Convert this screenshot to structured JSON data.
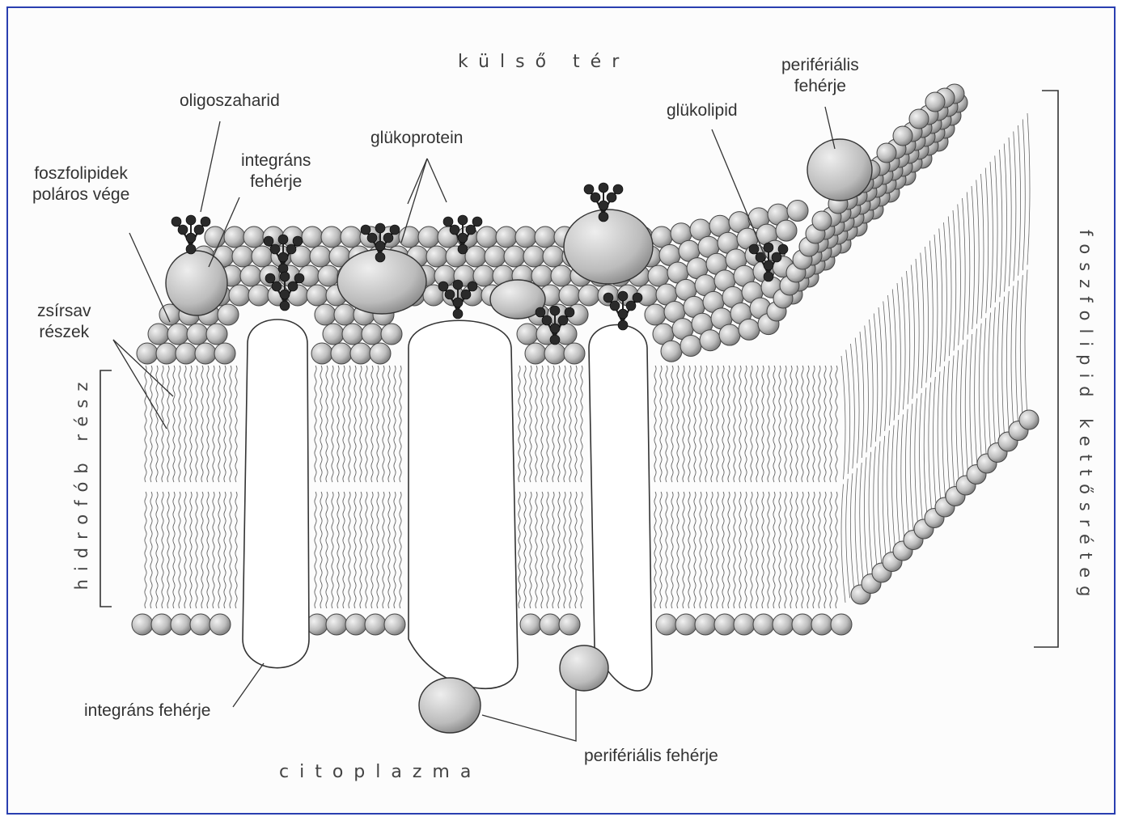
{
  "labels": {
    "kulso_ter": "külső tér",
    "citoplazma": "citoplazma",
    "oligoszaharid": "oligoszaharid",
    "foszfolipidek": "foszfolipidek\npoláros vége",
    "integrans_top": "integráns\nfehérje",
    "glukoprotein": "glükoprotein",
    "glukolipid": "glükolipid",
    "periferialis_top": "perifériális\nfehérje",
    "zsirsav": "zsírsav\nrészek",
    "hidrofob": "hidrofób rész",
    "kettosreteg": "foszfolipid kettősréteg",
    "integrans_bottom": "integráns fehérje",
    "periferialis_bottom": "perifériális fehérje"
  },
  "colors": {
    "frame": "#2a3fb0",
    "line": "#333333",
    "head_fill": "#c8c8c8",
    "protein_fill": "#d0d0d0",
    "sugar_fill": "#222222"
  }
}
